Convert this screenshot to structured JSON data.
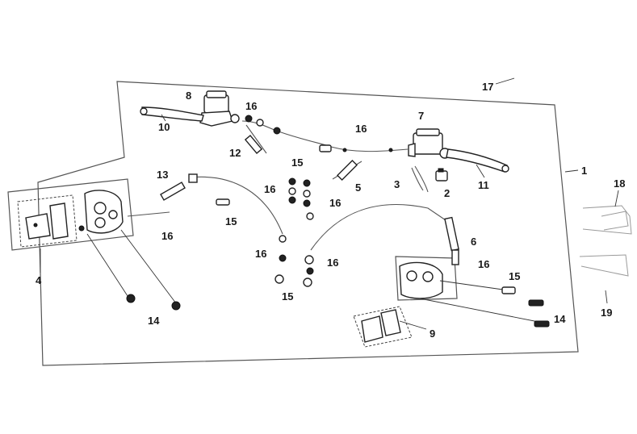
{
  "diagram": {
    "callouts": {
      "c1": "1",
      "c2": "2",
      "c3": "3",
      "c4": "4",
      "c5": "5",
      "c6": "6",
      "c7": "7",
      "c8": "8",
      "c9": "9",
      "c10": "10",
      "c11": "11",
      "c12": "12",
      "c13": "13",
      "c14a": "14",
      "c14b": "14",
      "c15a": "15",
      "c15b": "15",
      "c15c": "15",
      "c15d": "15",
      "c16a": "16",
      "c16b": "16",
      "c16c": "16",
      "c16d": "16",
      "c16e": "16",
      "c16f": "16",
      "c16g": "16",
      "c16h": "16",
      "c17": "17",
      "c18": "18",
      "c19": "19"
    }
  }
}
